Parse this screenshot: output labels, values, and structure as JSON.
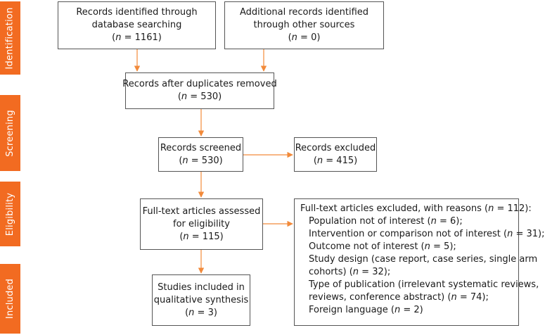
{
  "stages": [
    {
      "id": "identification",
      "label": "Identification"
    },
    {
      "id": "screening",
      "label": "Screening"
    },
    {
      "id": "eligibility",
      "label": "Eligibility"
    },
    {
      "id": "included",
      "label": "Included"
    }
  ],
  "boxes": {
    "db_search": {
      "lines": [
        "Records identified through",
        "database searching"
      ],
      "n_prefix": "(",
      "n_var": "n",
      "n_text": " = 1161)"
    },
    "other_sources": {
      "lines": [
        "Additional records identified",
        "through other sources"
      ],
      "n_prefix": "(",
      "n_var": "n",
      "n_text": " = 0)"
    },
    "after_duplicates": {
      "lines": [
        "Records after duplicates removed"
      ],
      "n_prefix": "(",
      "n_var": "n",
      "n_text": " = 530)"
    },
    "screened": {
      "lines": [
        "Records screened"
      ],
      "n_prefix": "(",
      "n_var": "n",
      "n_text": " = 530)"
    },
    "excluded": {
      "lines": [
        "Records excluded"
      ],
      "n_prefix": "(",
      "n_var": "n",
      "n_text": " = 415)"
    },
    "fulltext_assessed": {
      "lines": [
        "Full-text articles assessed",
        "for eligibility"
      ],
      "n_prefix": "(",
      "n_var": "n",
      "n_text": " = 115)"
    },
    "fulltext_excluded": {
      "heading_pre": "Full-text articles excluded, with reasons (",
      "heading_var": "n",
      "heading_post": " = 112):",
      "reasons": [
        {
          "pre": "Population not of interest (",
          "var": "n",
          "post": " = 6);"
        },
        {
          "pre": "Intervention or comparison not of interest (",
          "var": "n",
          "post": " = 31);"
        },
        {
          "pre": "Outcome not of interest (",
          "var": "n",
          "post": " = 5);"
        },
        {
          "pre": "Study design (case report, case series, single arm",
          "cont_pre": "cohorts) (",
          "var": "n",
          "post": " = 32);"
        },
        {
          "pre": "Type of publication (irrelevant systematic reviews,",
          "cont_pre": "reviews, conference abstract) (",
          "var": "n",
          "post": " = 74);"
        },
        {
          "pre": "Foreign language (",
          "var": "n",
          "post": " = 2)"
        }
      ]
    },
    "included_studies": {
      "lines": [
        "Studies included in",
        "qualitative synthesis"
      ],
      "n_prefix": "(",
      "n_var": "n",
      "n_text": " = 3)"
    }
  },
  "colors": {
    "stage_band": "#f26b21",
    "arrow": "#f28a3a",
    "box_border": "#555555"
  }
}
